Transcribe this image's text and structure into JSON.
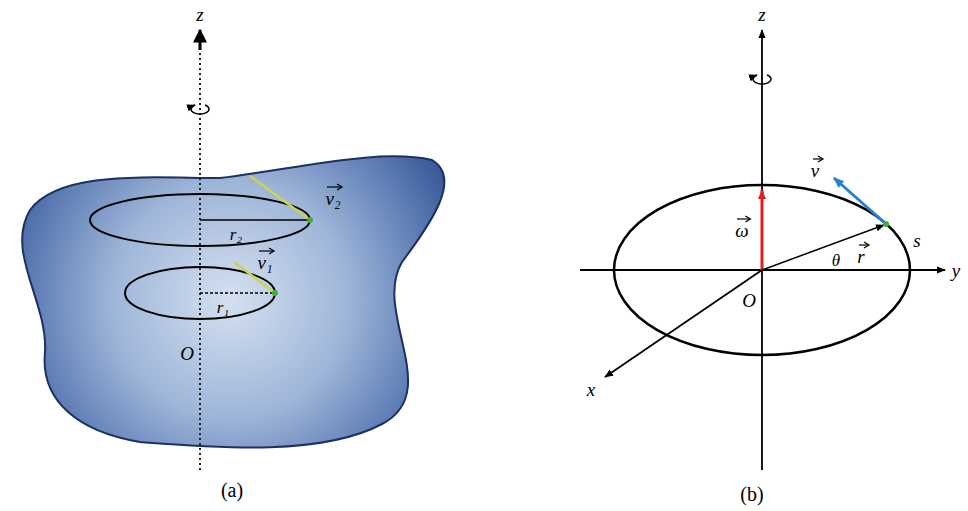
{
  "diagram": {
    "labels": [
      "z",
      "v₂",
      "r₂",
      "v₁",
      "r₁",
      "O",
      "(a)",
      "z",
      "ω",
      "v",
      "s",
      "θ",
      "r",
      "O",
      "x",
      "y",
      "(b)"
    ]
  }
}
